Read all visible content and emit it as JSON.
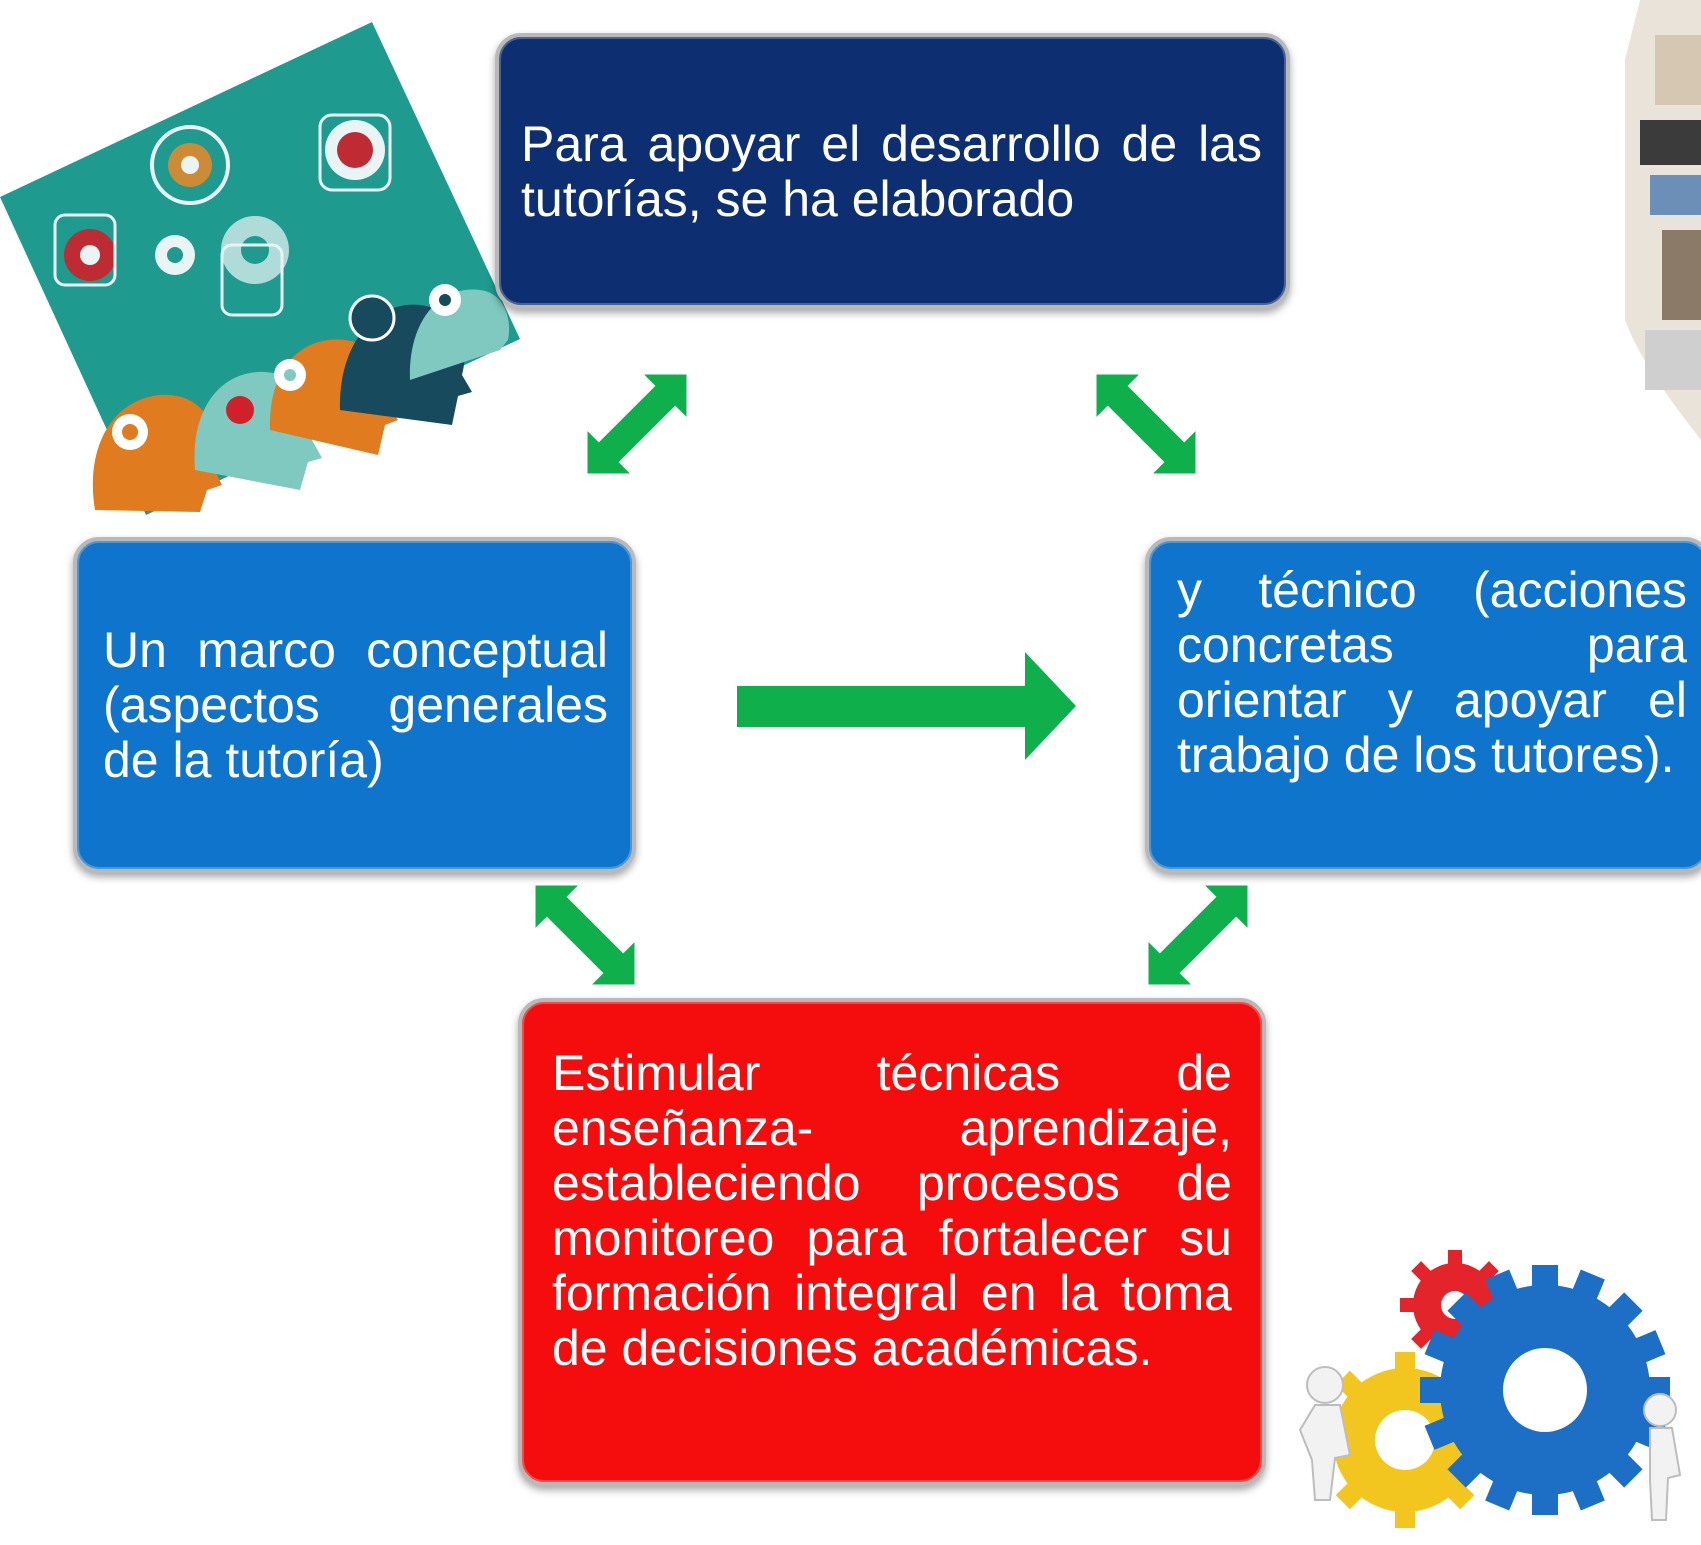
{
  "boxes": {
    "top": {
      "text": "Para apoyar el desarrollo de las tutorías, se ha elaborado",
      "color": "#0d2f72"
    },
    "left": {
      "text": "Un marco conceptual (aspectos generales de la tutoría)",
      "color": "#0f74cb"
    },
    "right": {
      "text": "y técnico (acciones concretas para orientar y apoyar el trabajo de los tutores).",
      "color": "#0f74cb"
    },
    "bottom": {
      "text": "Estimular técnicas de enseñanza- aprendizaje, estableciendo procesos de monitoreo para fortalecer su formación integral en la toma de decisiones académicas.",
      "color": "#f50d0d"
    }
  },
  "arrows": {
    "color": "#0fb04b"
  },
  "illustrations": {
    "top_left": "heads-with-gears-illustration",
    "top_right": "people-at-computers-illustration",
    "bottom_right": "figures-pushing-gears-illustration"
  }
}
